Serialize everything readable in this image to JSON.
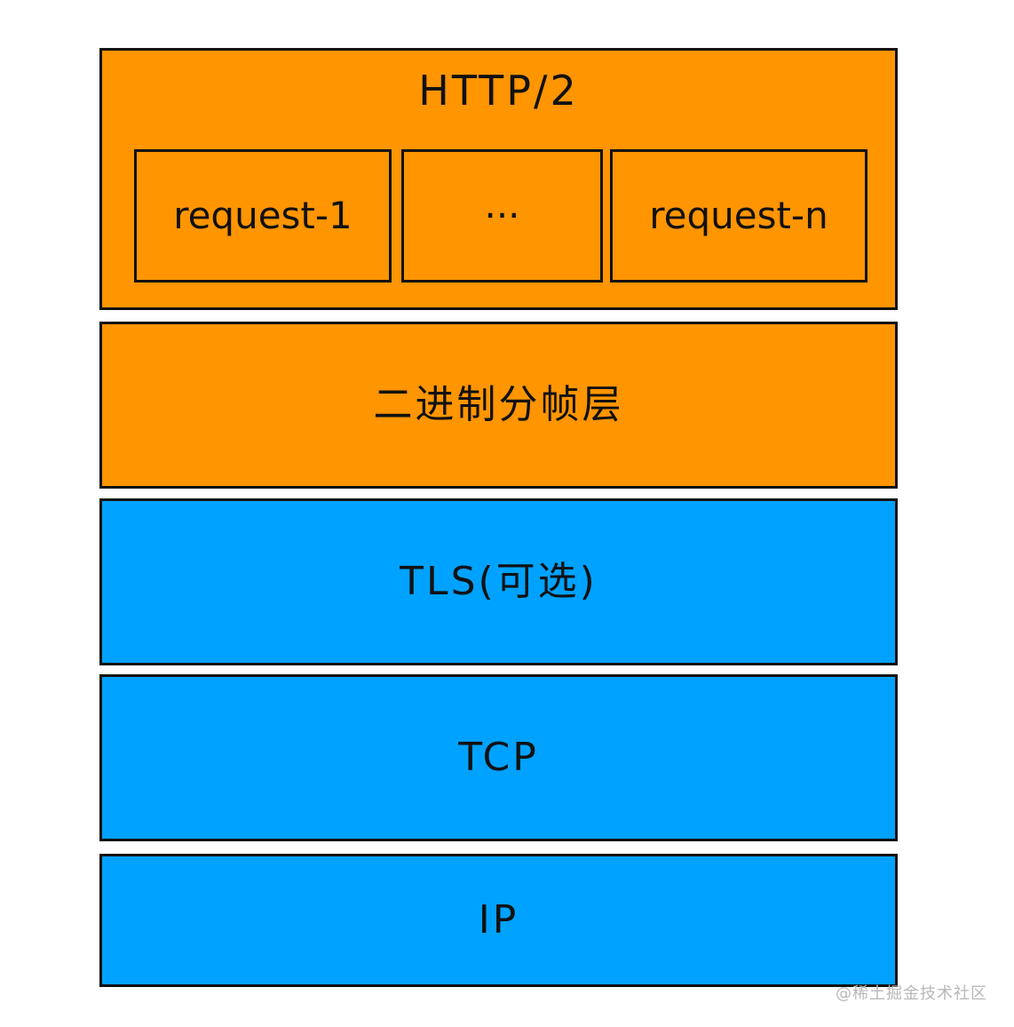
{
  "layers": {
    "http2": {
      "title": "HTTP/2",
      "requests": [
        "request-1",
        "···",
        "request-n"
      ]
    },
    "binary": "二进制分帧层",
    "tls": "TLS(可选)",
    "tcp": "TCP",
    "ip": "IP"
  },
  "colors": {
    "app_layer": "#ff9500",
    "transport_layer": "#00a2ff",
    "border": "#111111"
  },
  "watermark": "@稀土掘金技术社区"
}
